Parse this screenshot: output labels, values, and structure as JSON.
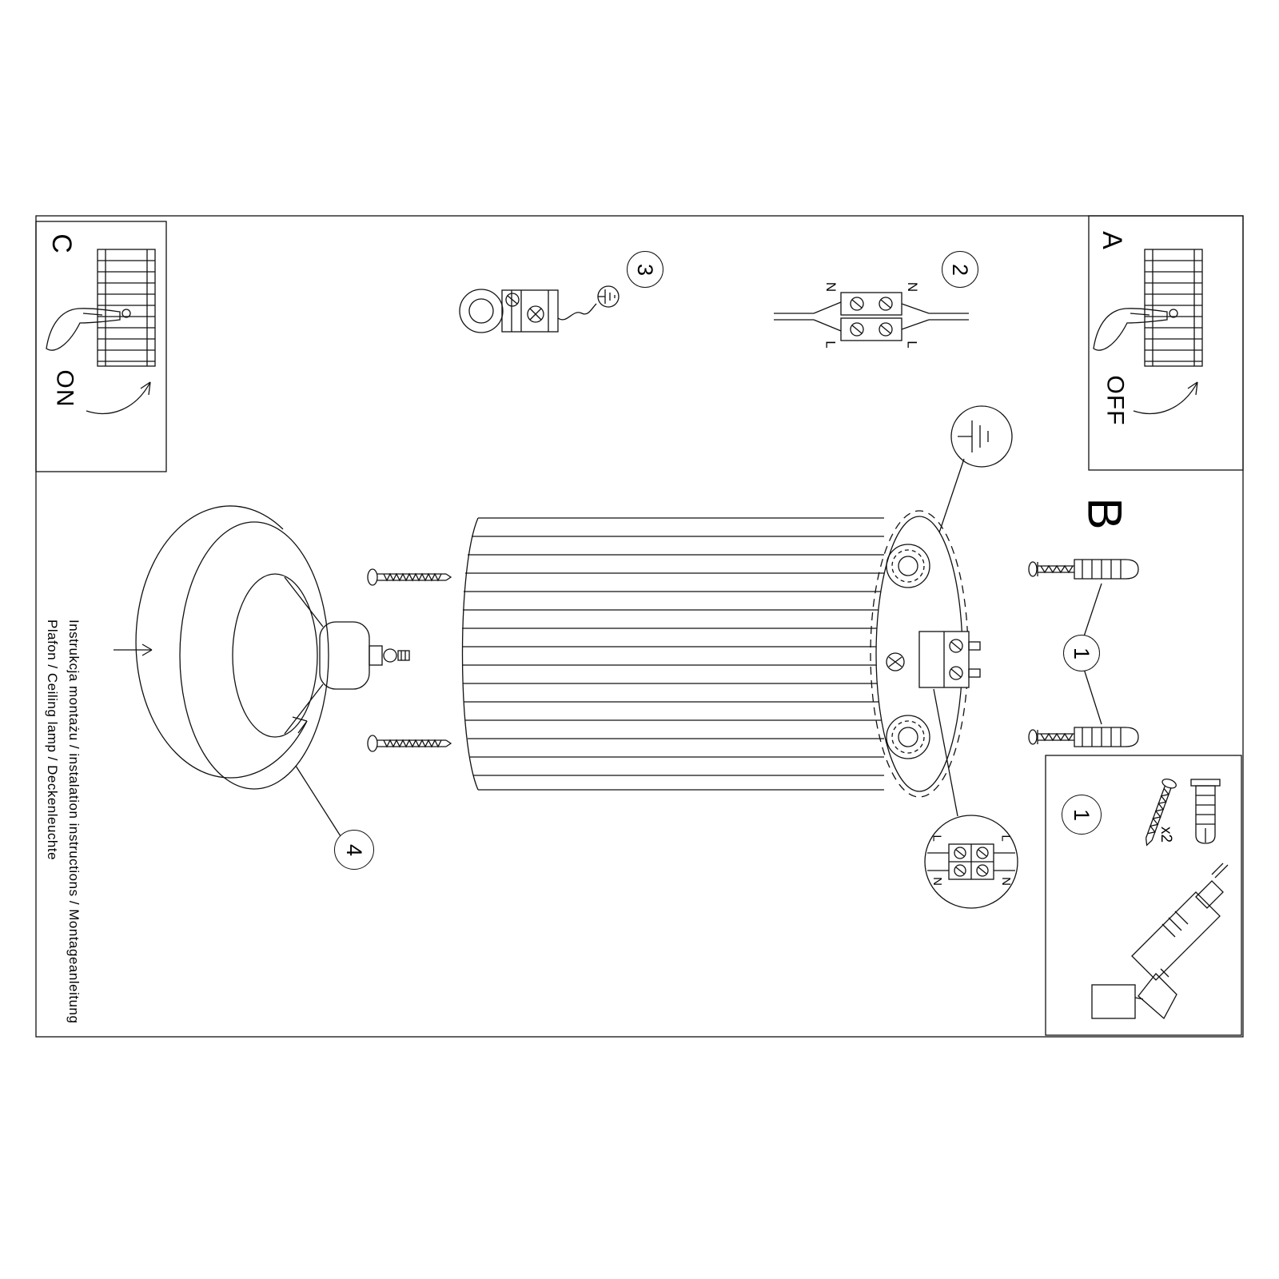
{
  "document": {
    "instructions_line": "Instrukcja montażu / instalation instructions / Montageanleitung",
    "product_line": "Plafon / Ceiling lamp / Deckenleuchte"
  },
  "sections": {
    "a": {
      "label": "A",
      "switch_state": "OFF"
    },
    "b": {
      "label": "B"
    },
    "c": {
      "label": "C",
      "switch_state": "ON"
    }
  },
  "steps": {
    "step1": "1",
    "step2": "2",
    "step3": "3",
    "step4": "4"
  },
  "wiring": {
    "neutral": "N",
    "live": "L"
  },
  "parts": {
    "screw_anchor_qty": "x2"
  },
  "colors": {
    "line": "#111111",
    "background": "#ffffff"
  }
}
